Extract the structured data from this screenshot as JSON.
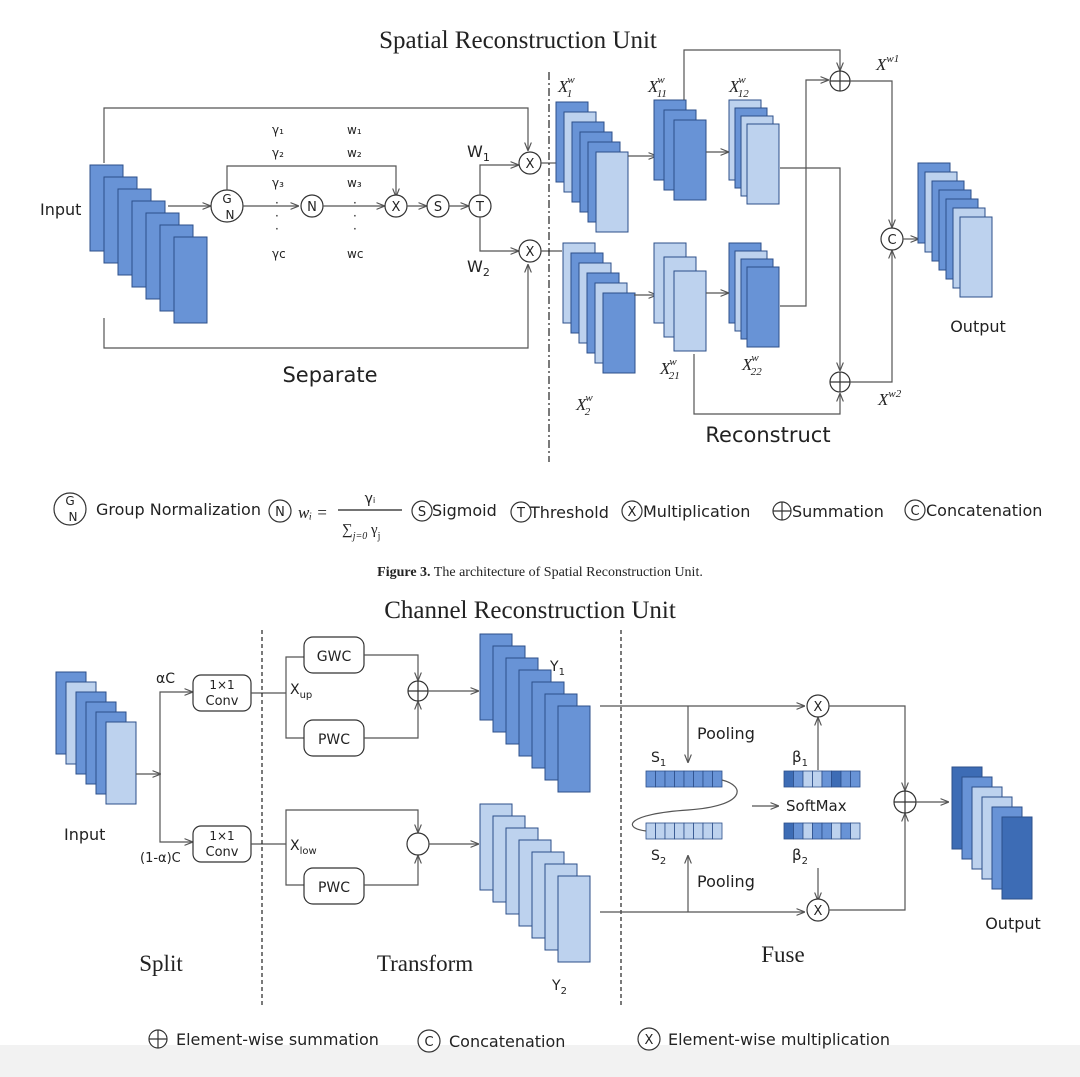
{
  "sru": {
    "title": "Spatial Reconstruction Unit",
    "input_label": "Input",
    "output_label": "Output",
    "gamma_labels": [
      "γ₁",
      "γ₂",
      "γ₃",
      "γc"
    ],
    "w_labels": [
      "w₁",
      "w₂",
      "w₃",
      "wc"
    ],
    "op_gn_top": "G",
    "op_gn_bottom": "N",
    "op_n": "N",
    "op_mul": "X",
    "op_sigmoid": "S",
    "op_threshold": "T",
    "op_concat": "C",
    "W1": "W",
    "W1_sub": "1",
    "W2": "W",
    "W2_sub": "2",
    "x1w": "X",
    "x1w_sup": "w",
    "x1w_sub": "1",
    "x2w": "X",
    "x2w_sup": "w",
    "x2w_sub": "2",
    "x11w": "X",
    "x11w_sup": "w",
    "x11w_sub": "11",
    "x12w": "X",
    "x12w_sup": "w",
    "x12w_sub": "12",
    "x21w": "X",
    "x21w_sup": "w",
    "x21w_sub": "21",
    "x22w": "X",
    "x22w_sup": "w",
    "x22w_sub": "22",
    "xw1": "X",
    "xw1_sup": "w1",
    "xw2": "X",
    "xw2_sup": "w2",
    "separate_label": "Separate",
    "reconstruct_label": "Reconstruct"
  },
  "sru_legend": {
    "gn_label": "Group Normalization",
    "wi_lhs": "wᵢ =",
    "wi_num": "γᵢ",
    "wi_den": "∑",
    "wi_den_sub": "j=0",
    "wi_den_rest": " γ",
    "wi_den_rest_sub": "j",
    "sigmoid_label": "Sigmoid",
    "threshold_label": "Threshold",
    "multiplication_label": "Multiplication",
    "summation_label": "Summation",
    "concatenation_label": "Concatenation"
  },
  "caption": {
    "bold": "Figure 3.",
    "text": " The architecture of Spatial Reconstruction Unit."
  },
  "cru": {
    "title": "Channel Reconstruction Unit",
    "input_label": "Input",
    "output_label": "Output",
    "alpha_c": "αC",
    "one_minus_alpha_c": "(1-α)C",
    "conv_line1": "1×1",
    "conv_line2": "Conv",
    "x_up": "X",
    "x_up_sub": "up",
    "x_low": "X",
    "x_low_sub": "low",
    "gwc": "GWC",
    "pwc": "PWC",
    "y1": "Y",
    "y1_sub": "1",
    "y2": "Y",
    "y2_sub": "2",
    "pooling": "Pooling",
    "s1": "S",
    "s1_sub": "1",
    "s2": "S",
    "s2_sub": "2",
    "beta1": "β",
    "beta1_sub": "1",
    "beta2": "β",
    "beta2_sub": "2",
    "softmax": "SoftMax",
    "split_label": "Split",
    "transform_label": "Transform",
    "fuse_label": "Fuse"
  },
  "cru_legend": {
    "sum_label": "Element-wise summation",
    "concat_label": "Concatenation",
    "mul_label": "Element-wise multiplication"
  },
  "colors": {
    "dark_blue": "#6893d6",
    "light_blue": "#bdd2ee",
    "deep_blue": "#3d6cb5",
    "stroke_blue": "#2c4f8a"
  }
}
